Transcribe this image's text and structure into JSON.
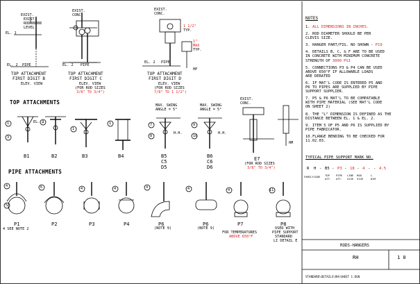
{
  "detail_titles": {
    "b": {
      "line1": "TOP ATTACHMENT",
      "line2": "FIRST DIGIT B",
      "line3": "ELEV. VIEW",
      "callouts": [
        "EXIST.",
        "EXIST.",
        "ROD",
        "LEVEL",
        "EL. 1",
        "EL. 2",
        "PIPE"
      ]
    },
    "c": {
      "line1": "TOP ATTACHMENT",
      "line2": "FIRST DIGIT C",
      "line3": "ELEV. VIEW",
      "line4": "(FOR ROD SIZES",
      "line5": "3/8\" TO 3/4\")",
      "callouts": [
        "EXIST.",
        "CONC.",
        "EL. 2",
        "PIPE"
      ]
    },
    "d": {
      "line1": "TOP ATTACHMENT",
      "line2": "FIRST DIGIT D",
      "line3": "ELEV. VIEW",
      "line4": "(FOR ROD SIZES",
      "line5": "7/8\" TO 1 1/2\")",
      "callouts": [
        "EXIST.",
        "CONC.",
        "1 1/2\"",
        "TYP.",
        "EL. 2",
        "PIPE",
        "1\"",
        "MAX",
        "TYP.",
        "HP"
      ]
    }
  },
  "sections": {
    "top": "TOP ATTACHMENTS",
    "pipe": "PIPE ATTACHMENTS"
  },
  "top_labels": [
    "B1",
    "B2",
    "B3",
    "B4",
    "B5",
    "C5",
    "D5",
    "B6",
    "C6",
    "D6",
    "E7"
  ],
  "top_notes": {
    "b5": [
      "MAX. SWING",
      "ANGLE = 5°"
    ],
    "b6": [
      "MAX. SWING",
      "ANGLE = 5°"
    ],
    "e7": [
      "(FOR ROD SIZES",
      "3/8\" TO 3/4\")"
    ],
    "e7_callouts": [
      "EXIST.",
      "CONC."
    ]
  },
  "pipe_labels": [
    "P1",
    "P2",
    "P3",
    "P4",
    "P6",
    "P6",
    "P7",
    "P8"
  ],
  "pipe_notes": {
    "p1": "4 SEE NOTE 2",
    "p6a": "(NOTE 9)",
    "p6b": "(NOTE 9)",
    "p7a": "FOR TEMPERATURES",
    "p7b": "ABOVE 650°F",
    "p8a": "USED WITH",
    "p8b": "PIPE SUPPORT",
    "p8c": "STANDARD",
    "p8d": "LI DETAIL E"
  },
  "balloons": [
    "1",
    "2",
    "3",
    "4",
    "5",
    "6",
    "7",
    "8",
    "9",
    "10",
    "11"
  ],
  "dim_marks": [
    "EL. 1",
    "EL. 2",
    "H.H.",
    "HM"
  ],
  "notes": {
    "heading": "NOTES",
    "items": [
      {
        "n": "1.",
        "text": "ALL DIMENSIONS IN INCHES.",
        "red": true
      },
      {
        "n": "2.",
        "text": "ROD DIAMETER SHOULD BE PER\nCLEVIS SIZE.",
        "red": false
      },
      {
        "n": "3.",
        "text": "HANGER PART/FIG. NO SHOWN - ",
        "tail": "P19",
        "red": false
      },
      {
        "n": "4.",
        "text": "DETAILS B, C, & F ARE TO BE USED\nIN CONCRETE WITH MINIMUM CONCRETE\nSTRENGTH OF ",
        "tail": "3000 PSI",
        "red": false
      },
      {
        "n": "5.",
        "text": "CONNECTIONS P3 & P4 CAN BE USED\nABOVE 650°F IF ALLOWABLE LOADS\nARE DERATED",
        "red": false
      },
      {
        "n": "6.",
        "text": "IF MAT'L CODE IS ENTERED P5 AND\nP6 TO PIPES ARE SUPPLIED BY PIPE\nSUPPORT SUPPLIER.",
        "red": false
      },
      {
        "n": "7.",
        "text": "P5 & P6 MAT'L TO BE COMPATABLE\nWITH PIPE MATERIAL (SEE MAT'L CODE\nON SHEET 2)",
        "red": false
      },
      {
        "n": "8.",
        "text": "THE \"L\" DIMENSION IS DEFINED AS THE\nDISTANCE BETWEEN EL. 1 & EL. 2.",
        "red": false
      },
      {
        "n": "9.",
        "text": "ITEM 5 OF P5 AND P6 IS SUPPLIED BY\nPIPE FABRICATOR.",
        "red": false
      },
      {
        "n": "10.",
        "text": "FLANGE BENDING TO BE CHECKED FOR\n11.02.03.",
        "red": false
      }
    ]
  },
  "typical": {
    "heading": "TYPICAL PIPE SUPPORT MARK NO.",
    "code": [
      "R",
      "H",
      "-",
      "B5",
      "-",
      "P3",
      "-",
      "18",
      "-",
      "4",
      "-",
      "-",
      "4.5"
    ],
    "legend": [
      "FAMILY",
      "CODE",
      "TOP",
      "ATT.",
      "PIPE",
      "ATT.",
      "LINE",
      "SIZE",
      "ROD",
      "SIZE",
      "L",
      "DIM"
    ]
  },
  "title_block": {
    "title": "RODS-HANGERS",
    "family": "RH",
    "sheet": "1 0",
    "filename": "STANDARD\\DETAILS\\RH\\SHEET 1.DGN"
  },
  "colors": {
    "red": "#e02020",
    "ink": "#000000"
  }
}
